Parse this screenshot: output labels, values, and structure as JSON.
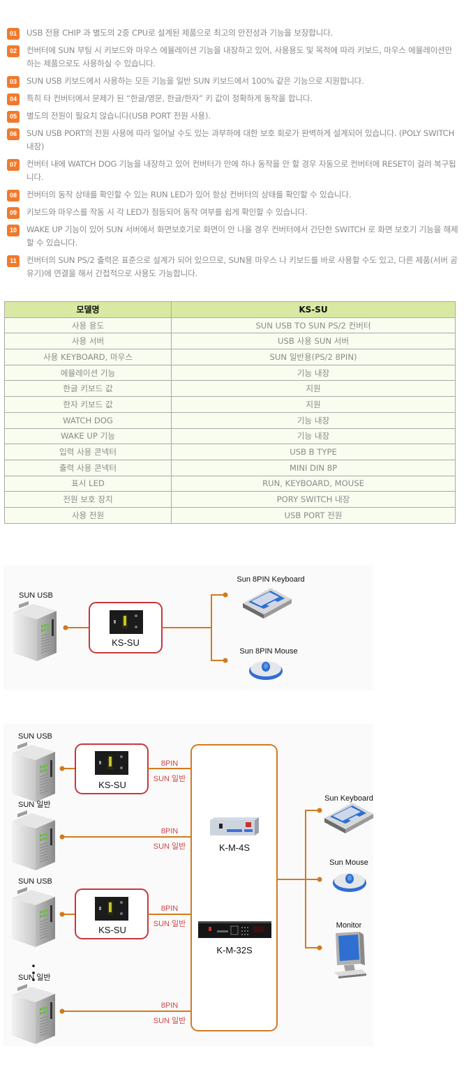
{
  "features": [
    {
      "num": "01",
      "text": "USB 전용 CHIP 과 별도의 2중 CPU로 설계된 제품으로 최고의 안전성과 기능을 보장합니다."
    },
    {
      "num": "02",
      "text": "컨버터에 SUN 부팅 시 키보드와 마우스 에뮬레이션 기능을 내장하고 있어, 사용용도 및 목적에 따라 키보드, 마우스 에뮬레이션만 하는 제품으로도 사용하실 수 있습니다."
    },
    {
      "num": "03",
      "text": "SUN USB 키보드에서 사용하는 모든 기능을 일반 SUN 키보드에서 100% 같은 기능으로 지원합니다."
    },
    {
      "num": "04",
      "text": "특히 타 컨버터에서 문제가 된 “한글/영문, 한글/한자” 키 값이 정확하게 동작을 합니다."
    },
    {
      "num": "05",
      "text": "별도의 전원이 필요치 않습니다(USB PORT 전원 사용)."
    },
    {
      "num": "06",
      "text": "SUN USB PORT의 전원 사용에 따라 일어날 수도 있는 과부하에 대한 보호 회로가 완벽하게 설계되어 있습니다. (POLY SWITCH 내장)"
    },
    {
      "num": "07",
      "text": "컨버터 내에 WATCH DOG 기능을 내장하고 있어 컨버터가 만에 하나 동작을 안 할 경우 자동으로 컨버터에 RESET이 걸려 복구됩니다."
    },
    {
      "num": "08",
      "text": "컨버터의 동작 상태를 확인할 수 있는 RUN LED가 있어 항상 컨버터의 상태를 확인할 수 있습니다."
    },
    {
      "num": "09",
      "text": "키보드와 마우스를 작동 시 각 LED가 점등되어 동작 여부를 쉽게 확인할 수 있습니다."
    },
    {
      "num": "10",
      "text": "WAKE UP 기능이 있어 SUN 서버에서 화면보호기로 화면이 안 나올 경우 컨버터에서 간단한 SWITCH 로 화면 보호기 기능을 해제 할 수 있습니다."
    },
    {
      "num": "11",
      "text": "컨버터의 SUN PS/2 출력은 표준으로 설계가 되어 있으므로, SUN용 마우스 나 키보드를 바로 사용할 수도 있고, 다른 제품(서버 공유기)에 연결을 해서 간접적으로 사용도 가능합니다."
    }
  ],
  "spec_table": {
    "header": [
      "모델명",
      "KS-SU"
    ],
    "rows": [
      [
        "사용 용도",
        "SUN USB TO SUN PS/2 컨버터"
      ],
      [
        "사용 서버",
        "USB 사용 SUN 서버"
      ],
      [
        "사용 KEYBOARD, 마우스",
        "SUN 일반용(PS/2 8PIN)"
      ],
      [
        "에뮬레이션 기능",
        "기능 내장"
      ],
      [
        "한글 키보드 값",
        "지원"
      ],
      [
        "한자 키보드 값",
        "지원"
      ],
      [
        "WATCH DOG",
        "기능 내장"
      ],
      [
        "WAKE UP 기능",
        "기능 내장"
      ],
      [
        "입력 사용 콘넥터",
        "USB B TYPE"
      ],
      [
        "출력 사용 콘넥터",
        "MINI DIN 8P"
      ],
      [
        "표시 LED",
        "RUN, KEYBOARD, MOUSE"
      ],
      [
        "전원 보호 장치",
        "PORY SWITCH 내장"
      ],
      [
        "사용 전원",
        "USB PORT 전원"
      ]
    ]
  },
  "diagram1": {
    "server_label": "SUN USB",
    "converter_label": "KS-SU",
    "keyboard_label": "Sun 8PIN Keyboard",
    "mouse_label": "Sun 8PIN Mouse"
  },
  "diagram2": {
    "servers": [
      {
        "label": "SUN USB",
        "converter": "KS-SU",
        "link_top": "8PIN",
        "link_bottom": "SUN 일반"
      },
      {
        "label": "SUN 일반",
        "converter": "",
        "link_top": "8PIN",
        "link_bottom": "SUN 일반"
      },
      {
        "label": "SUN USB",
        "converter": "KS-SU",
        "link_top": "8PIN",
        "link_bottom": "SUN 일반"
      },
      {
        "label": "SUN 일반",
        "converter": "",
        "link_top": "8PIN",
        "link_bottom": "SUN 일반"
      }
    ],
    "switches": [
      "K-M-4S",
      "K-M-32S"
    ],
    "outputs": [
      "Sun Keyboard",
      "Sun Mouse",
      "Monitor"
    ]
  },
  "colors": {
    "badge": "#f07a2c",
    "line": "#d27a1f",
    "converter_border": "#c9363b",
    "table_header": "#d9e9a3",
    "table_row": "#f8fdf0",
    "link_text": "#d24347"
  }
}
